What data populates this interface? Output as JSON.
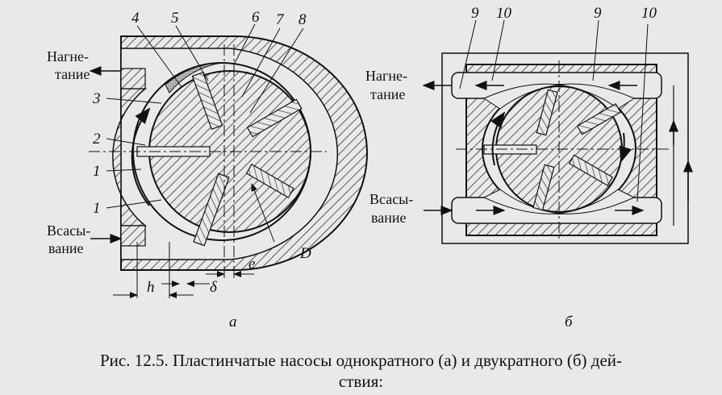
{
  "diagram_a": {
    "label_out": [
      "Нагне-",
      "тание"
    ],
    "label_in": [
      "Всасы-",
      "вание"
    ],
    "num_labels": [
      "4",
      "5",
      "6",
      "7",
      "8",
      "3",
      "2",
      "1",
      "1"
    ],
    "letter_D": "D",
    "dim_h": "h",
    "dim_delta": "δ",
    "dim_e": "e",
    "sub": "а"
  },
  "diagram_b": {
    "num_labels": [
      "9",
      "10",
      "9",
      "10"
    ],
    "label_out": [
      "Нагне-",
      "тание"
    ],
    "label_in": [
      "Всасы-",
      "вание"
    ],
    "sub": "б"
  },
  "caption": {
    "line1": "Рис. 12.5. Пластинчатые насосы однократного (а) и двукратного (б) дей-",
    "line2": "ствия:"
  }
}
